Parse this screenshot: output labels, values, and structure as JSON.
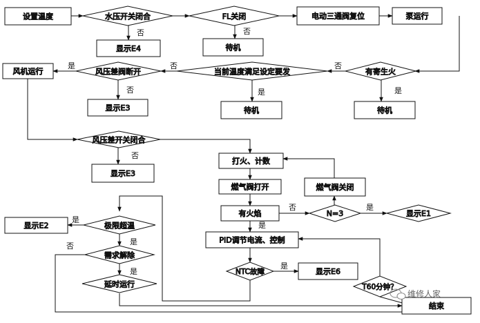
{
  "nodes": {
    "set_temp": "设置温度",
    "water_pressure": "水压开关闭合",
    "fl_close": "FL关闭",
    "valve_reset": "电动三通阀复位",
    "pump_run": "泵运行",
    "show_e4": "显示E4",
    "standby1": "待机",
    "fan_run": "风机运行",
    "air_valve_off": "风压差阀断开",
    "temp_ok": "当前温度满足设定要发",
    "residual_fire": "有寄生火",
    "show_e3_a": "显示E3",
    "standby2": "待机",
    "standby3": "待机",
    "air_switch_close": "风压差开关闭合",
    "ignite": "打火、计数",
    "show_e3_b": "显示E3",
    "gas_open": "燃气阀打开",
    "gas_close": "燃气阀关闭",
    "has_flame": "有火焰",
    "n3": "N=3",
    "show_e1": "显示E1",
    "show_e2": "显示E2",
    "limit_overheat": "极限超温",
    "pid": "PID调节电流、控制",
    "demand_release": "需求解除",
    "ntc_fault": "NTC故障",
    "show_e6": "显示E6",
    "delay_run": "延时运行",
    "t60": "T60分钟？",
    "end": "结束"
  },
  "edge_labels": {
    "yes": "是",
    "no": "否"
  },
  "watermark": "维修人家",
  "colors": {
    "line": "#111111",
    "background": "#ffffff",
    "watermark": "#666666"
  }
}
